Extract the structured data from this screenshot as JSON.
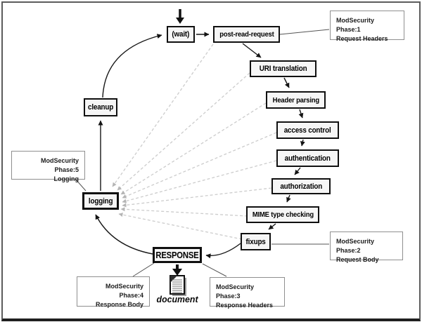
{
  "nodes": {
    "wait": {
      "label": "(wait)"
    },
    "post_read_request": {
      "label": "post-read-request"
    },
    "uri_translation": {
      "label": "URI translation"
    },
    "header_parsing": {
      "label": "Header parsing"
    },
    "access_control": {
      "label": "access control"
    },
    "authentication": {
      "label": "authentication"
    },
    "authorization": {
      "label": "authorization"
    },
    "mime_type_checking": {
      "label": "MIME type checking"
    },
    "fixups": {
      "label": "fixups"
    },
    "response": {
      "label": "RESPONSE"
    },
    "logging": {
      "label": "logging"
    },
    "cleanup": {
      "label": "cleanup"
    },
    "document": {
      "label": "document"
    }
  },
  "callouts": {
    "phase1": {
      "line1": "ModSecurity Phase:1",
      "line2": "Request Headers"
    },
    "phase2": {
      "line1": "ModSecurity Phase:2",
      "line2": "Request Body"
    },
    "phase3": {
      "line1": "ModSecurity Phase:3",
      "line2": "Response Headers"
    },
    "phase4": {
      "line1": "ModSecurity Phase:4",
      "line2": "Response Body"
    },
    "phase5": {
      "line1": "ModSecurity Phase:5",
      "line2": "Logging"
    }
  },
  "edges": {
    "flow": [
      [
        "wait",
        "post_read_request"
      ],
      [
        "post_read_request",
        "uri_translation"
      ],
      [
        "uri_translation",
        "header_parsing"
      ],
      [
        "header_parsing",
        "access_control"
      ],
      [
        "access_control",
        "authentication"
      ],
      [
        "authentication",
        "authorization"
      ],
      [
        "authorization",
        "mime_type_checking"
      ],
      [
        "mime_type_checking",
        "fixups"
      ],
      [
        "fixups",
        "response"
      ],
      [
        "response",
        "logging"
      ],
      [
        "logging",
        "cleanup"
      ],
      [
        "cleanup",
        "wait"
      ],
      [
        "response",
        "document"
      ]
    ],
    "dashed_to_logging": [
      "post_read_request",
      "uri_translation",
      "header_parsing",
      "access_control",
      "authentication",
      "authorization",
      "mime_type_checking",
      "fixups"
    ],
    "callout_links": [
      [
        "phase1",
        "post_read_request"
      ],
      [
        "phase2",
        "fixups"
      ],
      [
        "phase3",
        "response"
      ],
      [
        "phase4",
        "response"
      ],
      [
        "phase5",
        "logging"
      ]
    ]
  },
  "colors": {
    "box_border": "#101010",
    "box_fill": "#f6f6f6",
    "callout_border": "#8f8f8f",
    "solid_edge": "#161616",
    "dashed_edge": "#cccccc",
    "dashed_arrowhead": "#b5b5b5",
    "frame": "#5c5c5c"
  }
}
